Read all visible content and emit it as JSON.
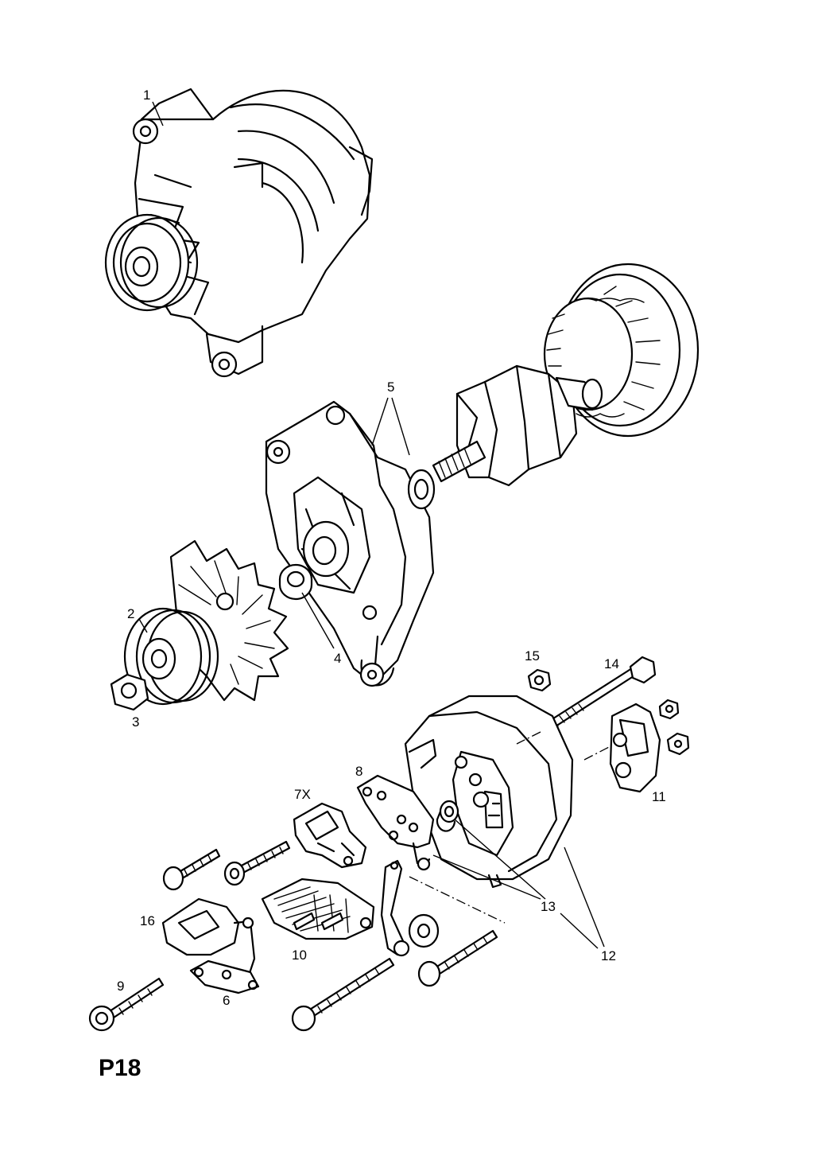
{
  "diagram": {
    "page_id": "P18",
    "callouts": {
      "c1": "1",
      "c2": "2",
      "c3": "3",
      "c4": "4",
      "c5": "5",
      "c6": "6",
      "c7x": "7X",
      "c8": "8",
      "c9": "9",
      "c10": "10",
      "c11": "11",
      "c12": "12",
      "c13": "13",
      "c14": "14",
      "c15": "15",
      "c16": "16"
    }
  }
}
